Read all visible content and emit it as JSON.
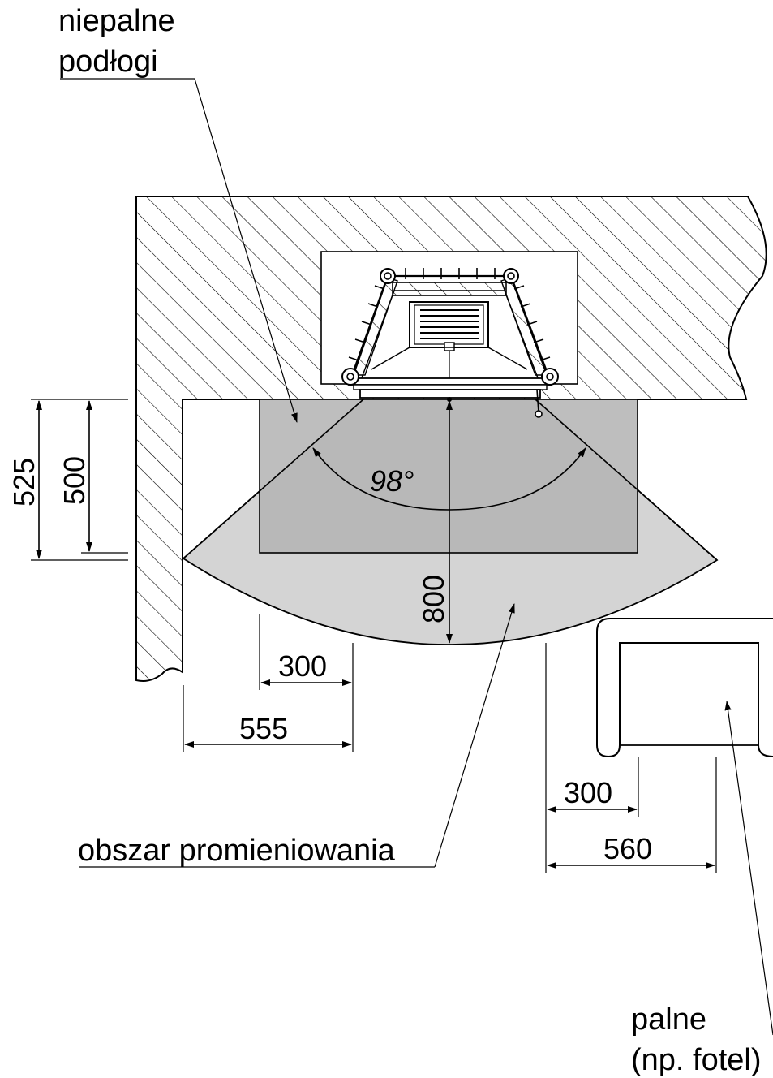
{
  "labels": {
    "noncombustible_line1": "niepalne",
    "noncombustible_line2": "podłogi",
    "radiation_area": "obszar promieniowania",
    "combustible_line1": "palne",
    "combustible_line2": "(np. fotel)"
  },
  "dimensions": {
    "d525": "525",
    "d500": "500",
    "angle": "98°",
    "d800": "800",
    "d300_left": "300",
    "d555": "555",
    "d300_right": "300",
    "d560": "560"
  },
  "colors": {
    "ink": "#000000",
    "floor_fill": "#b3b3b3",
    "radiation_fill": "#d4d4d4",
    "hatch": "#000000"
  }
}
